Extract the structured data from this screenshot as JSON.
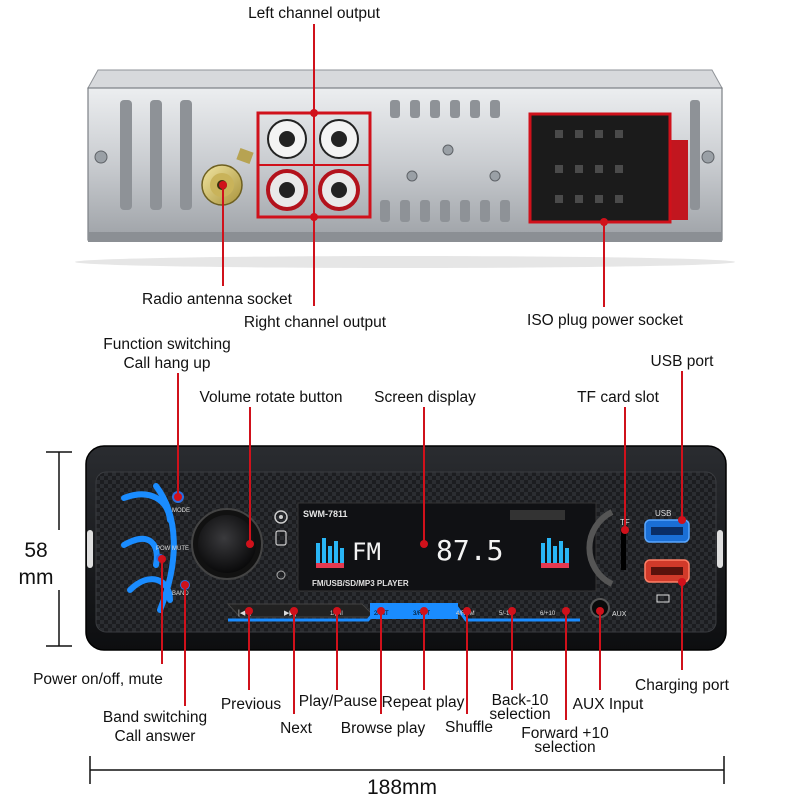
{
  "top_labels": {
    "left_channel_output": "Left channel output",
    "radio_antenna_socket": "Radio antenna socket",
    "right_channel_output": "Right channel output",
    "iso_plug_power_socket": "ISO plug power socket"
  },
  "front_labels": {
    "function_switching_line1": "Function switching",
    "function_switching_line2": "Call hang up",
    "volume_rotate_button": "Volume rotate button",
    "screen_display": "Screen display",
    "usb_port": "USB port",
    "tf_card_slot": "TF card slot",
    "power_mute": "Power on/off, mute",
    "band_switching_line1": "Band switching",
    "band_switching_line2": "Call answer",
    "previous": "Previous",
    "next": "Next",
    "play_pause": "Play/Pause",
    "browse_play": "Browse play",
    "repeat_play": "Repeat play",
    "shuffle": "Shuffle",
    "back_10_line1": "Back-10",
    "back_10_line2": "selection",
    "forward_10_line1": "Forward +10",
    "forward_10_line2": "selection",
    "aux_input": "AUX Input",
    "charging_port": "Charging port"
  },
  "dimensions": {
    "height_value": "58",
    "height_unit": "mm",
    "width": "188mm"
  },
  "device": {
    "model": "SWM-7811",
    "modes": "FM/USB/SD/MP3  PLAYER",
    "display_band": "FM",
    "display_freq": "87.5",
    "usb_label": "USB",
    "tf_label": "TF",
    "aux_label": "AUX",
    "btn_mode": "MODE",
    "btn_pow_mute": "POW MUTE",
    "btn_band": "BAND",
    "key_1": "1/▶II",
    "key_2": "2/INT",
    "key_3": "3/RPT",
    "key_4": "4/RDM",
    "key_5": "5/-10",
    "key_6": "6/+10"
  },
  "colors": {
    "accent_red": "#d0111b",
    "blue_light": "#1a8cff"
  }
}
